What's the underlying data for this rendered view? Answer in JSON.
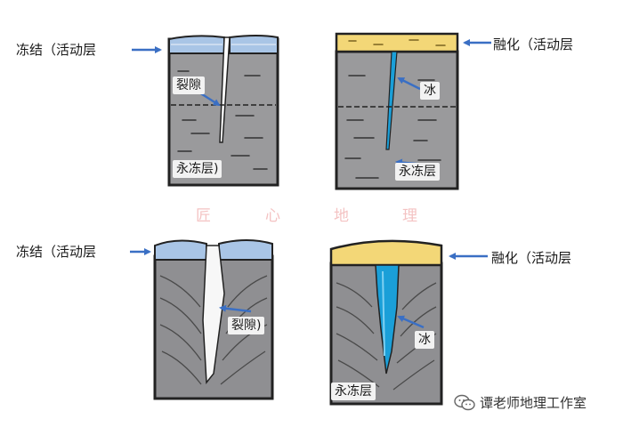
{
  "panels": [
    {
      "left_label": "冻结（活动层",
      "crack_label": "裂隙",
      "permafrost_label": "永冻层)"
    },
    {
      "right_label": "融化（活动层",
      "ice_label": "冰",
      "permafrost_label": "永冻层"
    },
    {
      "left_label": "冻结（活动层",
      "crack_label": "裂隙)"
    },
    {
      "right_label": "融化（活动层",
      "ice_label": "冰",
      "permafrost_label": "永冻层"
    }
  ],
  "watermark": [
    "匠",
    "心",
    "地",
    "理"
  ],
  "brand": {
    "text": "谭老师地理工作室",
    "icon": "wechat-icon"
  },
  "colors": {
    "soil": "#9a9a9c",
    "frozen_layer": "#a9c5e6",
    "thawed_layer": "#f3d777",
    "ice": "#1a9fd8",
    "arrow": "#3a6fc4"
  }
}
